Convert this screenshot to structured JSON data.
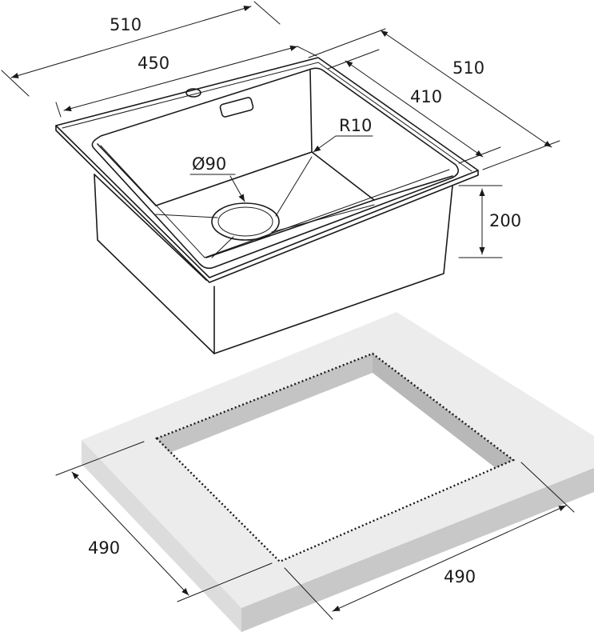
{
  "diagram": {
    "top_view": {
      "labels": {
        "overall_width": "510",
        "overall_depth": "510",
        "bowl_width": "450",
        "bowl_depth": "410",
        "bowl_height": "200",
        "corner_radius": "R10",
        "drain_diameter": "Ø90"
      }
    },
    "cutout_view": {
      "labels": {
        "cutout_left": "490",
        "cutout_bottom": "490"
      }
    },
    "colors": {
      "line": "#1a1a1a",
      "countertop_top": "#ececec",
      "countertop_front": "#dcdcdc",
      "countertop_side": "#c8c8c8",
      "cutout_wall": "#c4c4c4",
      "background": "#ffffff"
    }
  }
}
